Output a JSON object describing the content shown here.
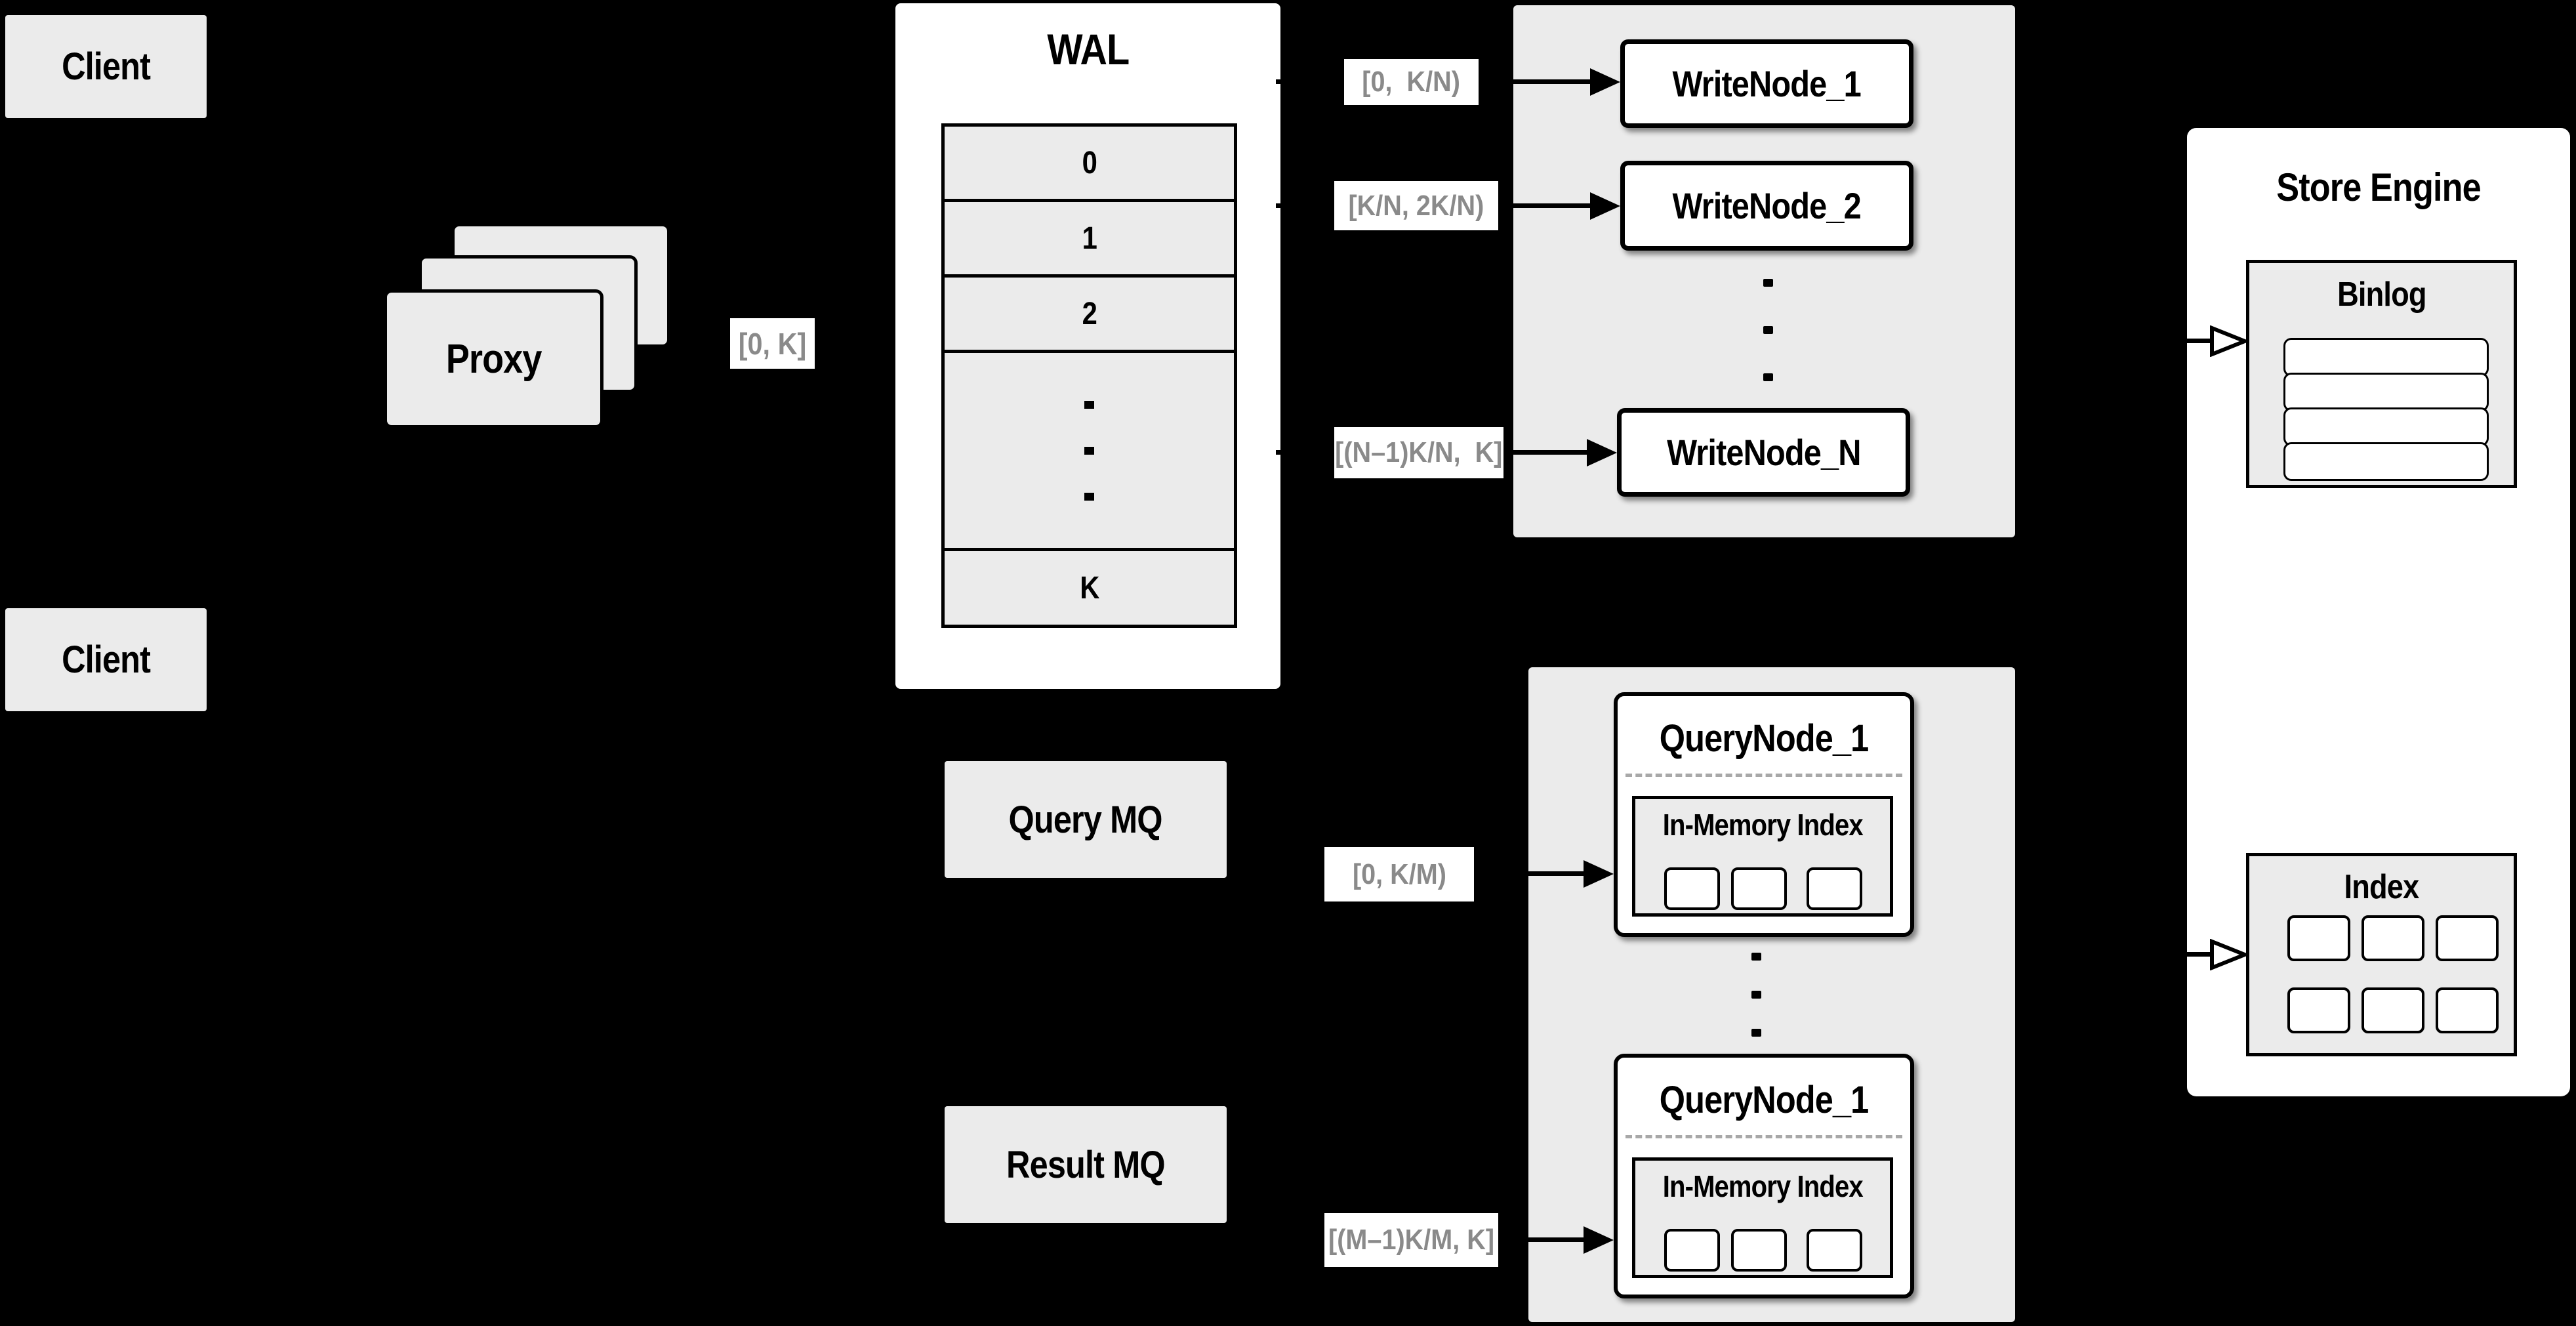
{
  "colors": {
    "background": "#000000",
    "box_fill": "#ebebeb",
    "panel_fill": "#ffffff",
    "line": "#000000",
    "range_text": "#8a8a8a"
  },
  "clients": {
    "top_label": "Client",
    "bottom_label": "Client"
  },
  "proxy": {
    "label": "Proxy"
  },
  "ingest": {
    "range_label": "[0, K]"
  },
  "wal": {
    "title": "WAL",
    "segments": [
      "0",
      "1",
      "2",
      "K"
    ]
  },
  "write": {
    "ranges": [
      "[0,  K/N)",
      "[K/N, 2K/N)",
      "[(N–1)K/N,  K]"
    ],
    "nodes": [
      "WriteNode_1",
      "WriteNode_2",
      "WriteNode_N"
    ]
  },
  "query": {
    "query_mq_label": "Query MQ",
    "result_mq_label": "Result MQ",
    "ranges": [
      "[0, K/M)",
      "[(M–1)K/M, K]"
    ],
    "nodes": [
      {
        "title": "QueryNode_1",
        "inner_title": "In-Memory Index"
      },
      {
        "title": "QueryNode_1",
        "inner_title": "In-Memory Index"
      }
    ]
  },
  "store": {
    "title": "Store Engine",
    "binlog_title": "Binlog",
    "index_title": "Index"
  }
}
